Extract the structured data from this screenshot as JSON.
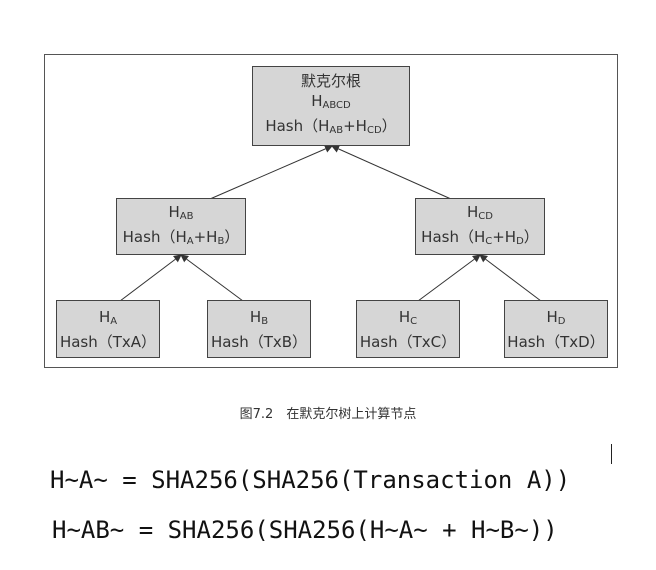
{
  "figure": {
    "root": {
      "title": "默克尔根",
      "hash_name": "H",
      "hash_sub": "ABCD",
      "formula": {
        "prefix": "Hash（H",
        "sub1": "AB",
        "mid": "+H",
        "sub2": "CD",
        "suffix": "）"
      }
    },
    "left": {
      "hash_name": "H",
      "hash_sub": "AB",
      "formula": {
        "prefix": "Hash（H",
        "sub1": "A",
        "mid": "+H",
        "sub2": "B",
        "suffix": "）"
      }
    },
    "right": {
      "hash_name": "H",
      "hash_sub": "CD",
      "formula": {
        "prefix": "Hash（H",
        "sub1": "C",
        "mid": "+H",
        "sub2": "D",
        "suffix": "）"
      }
    },
    "leaves": [
      {
        "hash_name": "H",
        "hash_sub": "A",
        "formula": "Hash（TxA）"
      },
      {
        "hash_name": "H",
        "hash_sub": "B",
        "formula": "Hash（TxB）"
      },
      {
        "hash_name": "H",
        "hash_sub": "C",
        "formula": "Hash（TxC）"
      },
      {
        "hash_name": "H",
        "hash_sub": "D",
        "formula": "Hash（TxD）"
      }
    ],
    "caption": "图7.2　在默克尔树上计算节点"
  },
  "formulas": {
    "line1": "H~A~ = SHA256(SHA256(Transaction A))",
    "line2": "H~AB~ = SHA256(SHA256(H~A~ + H~B~))"
  }
}
